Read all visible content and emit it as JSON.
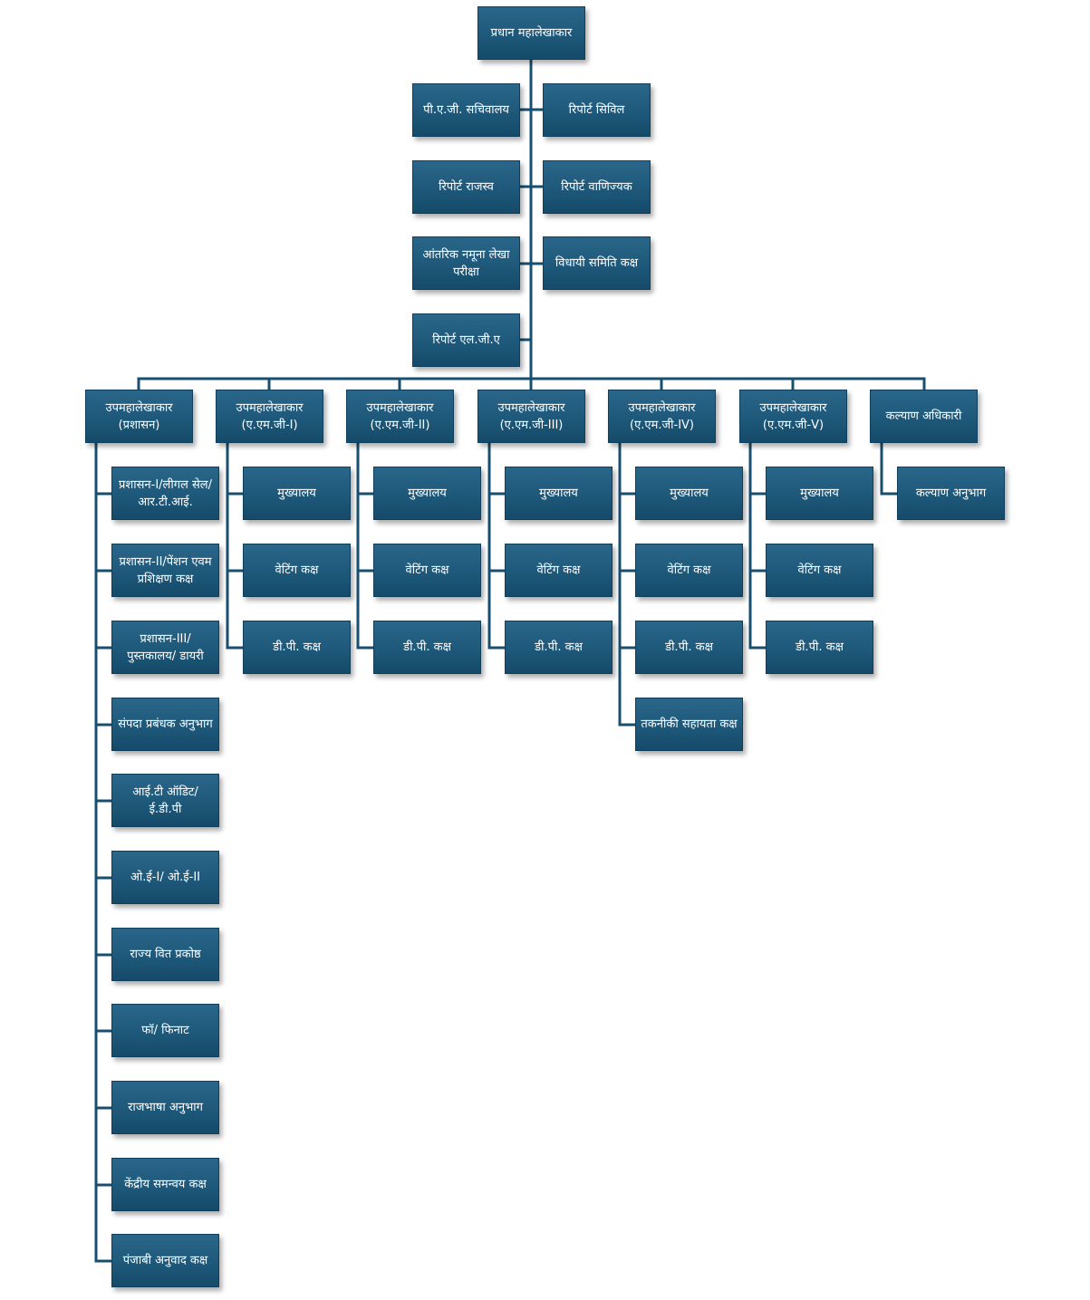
{
  "colors": {
    "box_fill": "#1f5a7c",
    "box_border": "#0f3f5c",
    "connector": "#174f70",
    "text": "#ffffff"
  },
  "nodes": {
    "root": "प्रधान महालेखाकार",
    "pag_secretariat": "पी.ए.जी. सचिवालय",
    "report_civil": "रिपोर्ट सिविल",
    "report_revenue": "रिपोर्ट राजस्व",
    "report_commercial": "रिपोर्ट वाणिज्यक",
    "internal_test_audit": "आंतरिक नमूना लेखा परीक्षा",
    "legislative_committee": "विधायी समिति कक्ष",
    "report_lga": "रिपोर्ट एल.जी.ए",
    "dag_admin": "उपमहालेखाकार (प्रशासन)",
    "dag_amg1": "उपमहालेखाकार (ए.एम.जी-I)",
    "dag_amg2": "उपमहालेखाकार (ए.एम.जी-II)",
    "dag_amg3": "उपमहालेखाकार (ए.एम.जी-III)",
    "dag_amg4": "उपमहालेखाकार (ए.एम.जी-IV)",
    "dag_amg5": "उपमहालेखाकार (ए.एम.जी-V)",
    "welfare_officer": "कल्याण अधिकारी",
    "admin_1": "प्रशासन-I/लीगल सेल/आर.टी.आई.",
    "admin_2": "प्रशासन-II/पेंशन एवम प्रशिक्षण कक्ष",
    "admin_3": "प्रशासन-III/ पुस्तकालय/ डायरी",
    "estate_mgmt": "संपदा प्रबंधक अनुभाग",
    "it_audit": "आई.टी ऑडिट/ ई.डी.पी",
    "oe": "ओ.ई-I/ ओ.ई-II",
    "state_finance": "राज्य वित प्रकोष्ठ",
    "faw_finaat": "फॉ/ फिनाट",
    "rajbhasha": "राजभाषा अनुभाग",
    "central_coord": "केंद्रीय समन्वय कक्ष",
    "punjabi_translation": "पंजाबी अनुवाद कक्ष",
    "amg1_hq": "मुख्यालय",
    "amg1_vetting": "वेटिंग कक्ष",
    "amg1_dp": "डी.पी. कक्ष",
    "amg2_hq": "मुख्यालय",
    "amg2_vetting": "वेटिंग कक्ष",
    "amg2_dp": "डी.पी. कक्ष",
    "amg3_hq": "मुख्यालय",
    "amg3_vetting": "वेटिंग कक्ष",
    "amg3_dp": "डी.पी. कक्ष",
    "amg4_hq": "मुख्यालय",
    "amg4_vetting": "वेटिंग कक्ष",
    "amg4_dp": "डी.पी. कक्ष",
    "amg4_tech": "तकनीकी सहायता कक्ष",
    "amg5_hq": "मुख्यालय",
    "amg5_vetting": "वेटिंग कक्ष",
    "amg5_dp": "डी.पी. कक्ष",
    "welfare_section": "कल्याण अनुभाग"
  }
}
